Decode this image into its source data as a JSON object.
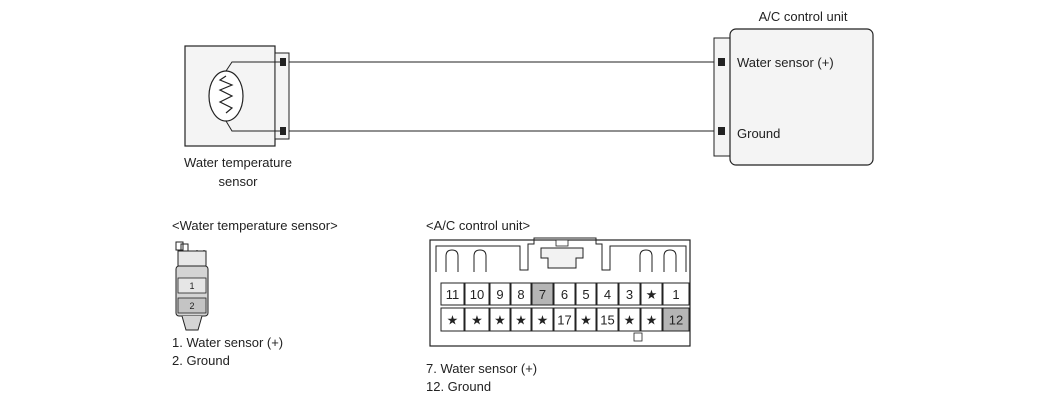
{
  "wiring": {
    "sensor_label_line1": "Water temperature",
    "sensor_label_line2": "sensor",
    "acu_title": "A/C control unit",
    "acu_pin_top": "Water sensor (+)",
    "acu_pin_bottom": "Ground"
  },
  "sensor_connector": {
    "title": "<Water temperature sensor>",
    "pin1": "1",
    "pin2": "2",
    "legend": [
      "1. Water sensor (+)",
      "2. Ground"
    ]
  },
  "acu_connector": {
    "title": "<A/C control unit>",
    "top_row": [
      "11",
      "10",
      "9",
      "8",
      "7",
      "6",
      "5",
      "4",
      "3",
      "★",
      "1"
    ],
    "bottom_row": [
      "★",
      "★",
      "★",
      "★",
      "★",
      "17",
      "★",
      "15",
      "★",
      "★",
      "12"
    ],
    "highlighted": [
      "7",
      "12"
    ],
    "legend": [
      "7. Water sensor (+)",
      "12. Ground"
    ]
  },
  "colors": {
    "line": "#222222",
    "box_fill": "#f4f4f4",
    "pin_highlight": "#b5b5b5"
  },
  "icons": [
    "thermistor-icon"
  ]
}
